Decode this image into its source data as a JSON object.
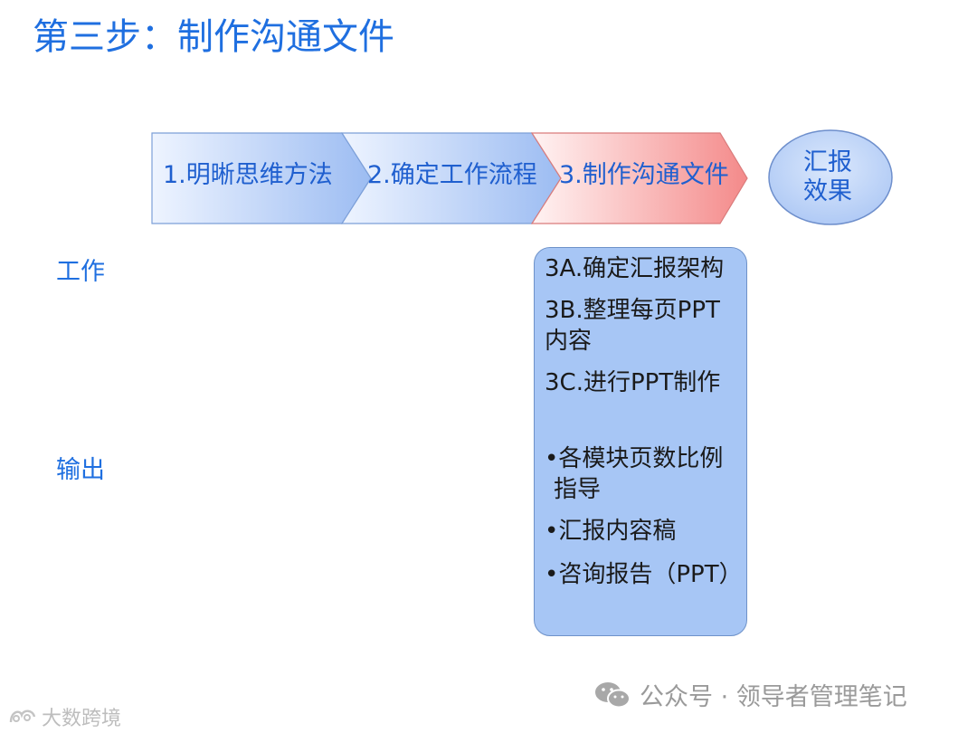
{
  "title": "第三步：制作沟通文件",
  "flow": {
    "steps": [
      {
        "label": "1.明晰思维方法",
        "active": false
      },
      {
        "label": "2.确定工作流程",
        "active": false
      },
      {
        "label": "3.制作沟通文件",
        "active": true
      }
    ],
    "result": {
      "line1": "汇报",
      "line2": "效果"
    }
  },
  "rows": {
    "work": "工作",
    "output": "输出"
  },
  "panel": {
    "work_items": [
      "3A.确定汇报架构",
      "3B.整理每页PPT",
      "内容",
      "3C.进行PPT制作"
    ],
    "output_items": [
      "•各模块页数比例",
      "指导",
      "•汇报内容稿",
      "•咨询报告（PPT）"
    ]
  },
  "watermark": {
    "right": "公众号 · 领导者管理笔记",
    "left": "大数跨境"
  },
  "colors": {
    "title": "#1f6fe0",
    "step_blue_light": "#eaf1ff",
    "step_blue_dark": "#9fbef3",
    "step_red_light": "#fff0f0",
    "step_red_dark": "#f58f8f",
    "panel_fill": "#a7c6f5",
    "ellipse_fill": "#bcd4f8"
  }
}
